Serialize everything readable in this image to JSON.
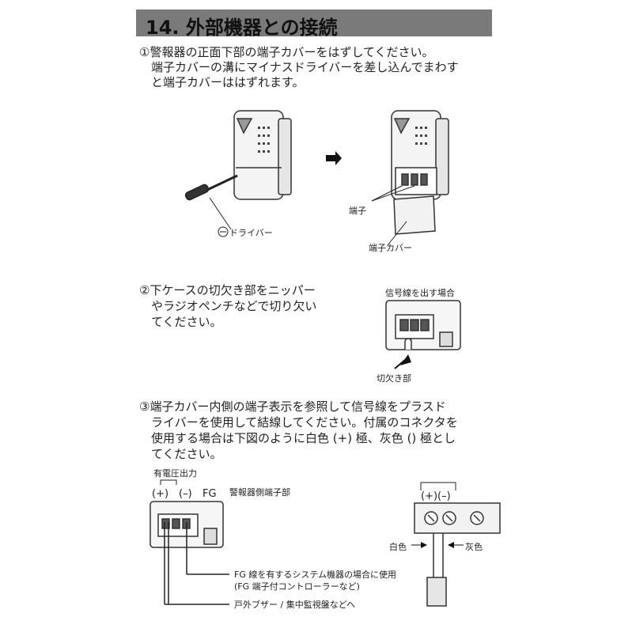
{
  "section": {
    "title": "14. 外部機器との接続"
  },
  "step1": {
    "lines": [
      "①警報器の正面下部の端子カバーをはずしてください。",
      "　端子カバーの溝にマイナスドライバーを差し込んでまわす",
      "　と端子カバーははずれます。"
    ],
    "label_driver": "ドライバー",
    "label_terminal": "端子",
    "label_cover": "端子カバー"
  },
  "step2": {
    "lines": [
      "②下ケースの切欠き部をニッパー",
      "　やラジオペンチなどで切り欠い",
      "　てください。"
    ],
    "label_signal": "信号線を出す場合",
    "label_notch": "切欠き部"
  },
  "step3": {
    "lines": [
      "③端子カバー内側の端子表示を参照して信号線をプラスド",
      "　ライバーを使用して結線してください。付属のコネクタを",
      "　使用する場合は下図のように白色 (+) 極、灰色 () 極とし",
      "　てください。"
    ],
    "label_voltage": "有電圧出力",
    "label_plus": "(+)",
    "label_minus": "(–)",
    "label_fg": "FG",
    "label_alarm_side": "警報器側端子部",
    "label_fg_note1": "FG 線を有するシステム機器の場合に使用",
    "label_fg_note2": "(FG 端子付コントローラーなど)",
    "label_buzzer": "戸外ブザー / 集中監視盤などへ",
    "label_pm": "(+)(–)",
    "label_white": "白色",
    "label_gray": "灰色"
  }
}
